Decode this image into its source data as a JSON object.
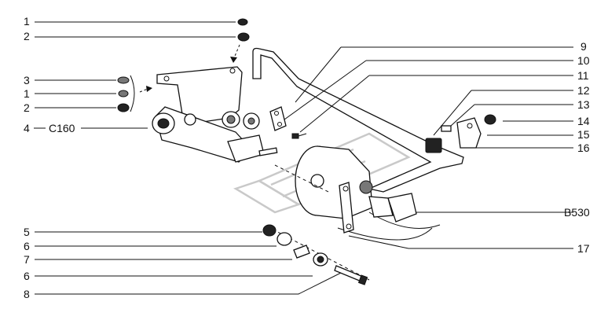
{
  "callouts_left": [
    {
      "key": "nut-upper",
      "text": "1"
    },
    {
      "key": "nut-upper-2",
      "text": "2"
    },
    {
      "key": "washer-group",
      "text": "3"
    },
    {
      "key": "nut-group-1",
      "text": "1"
    },
    {
      "key": "nut-group-2",
      "text": "2"
    },
    {
      "key": "regulator",
      "text": "4"
    }
  ],
  "regulator_code": "C160",
  "callouts_right": [
    "9",
    "10",
    "11",
    "12",
    "13",
    "14",
    "15",
    "16"
  ],
  "axle_code": "B530",
  "callout_17": "17",
  "callouts_bottom": [
    "5",
    "6",
    "7",
    "6",
    "8"
  ]
}
